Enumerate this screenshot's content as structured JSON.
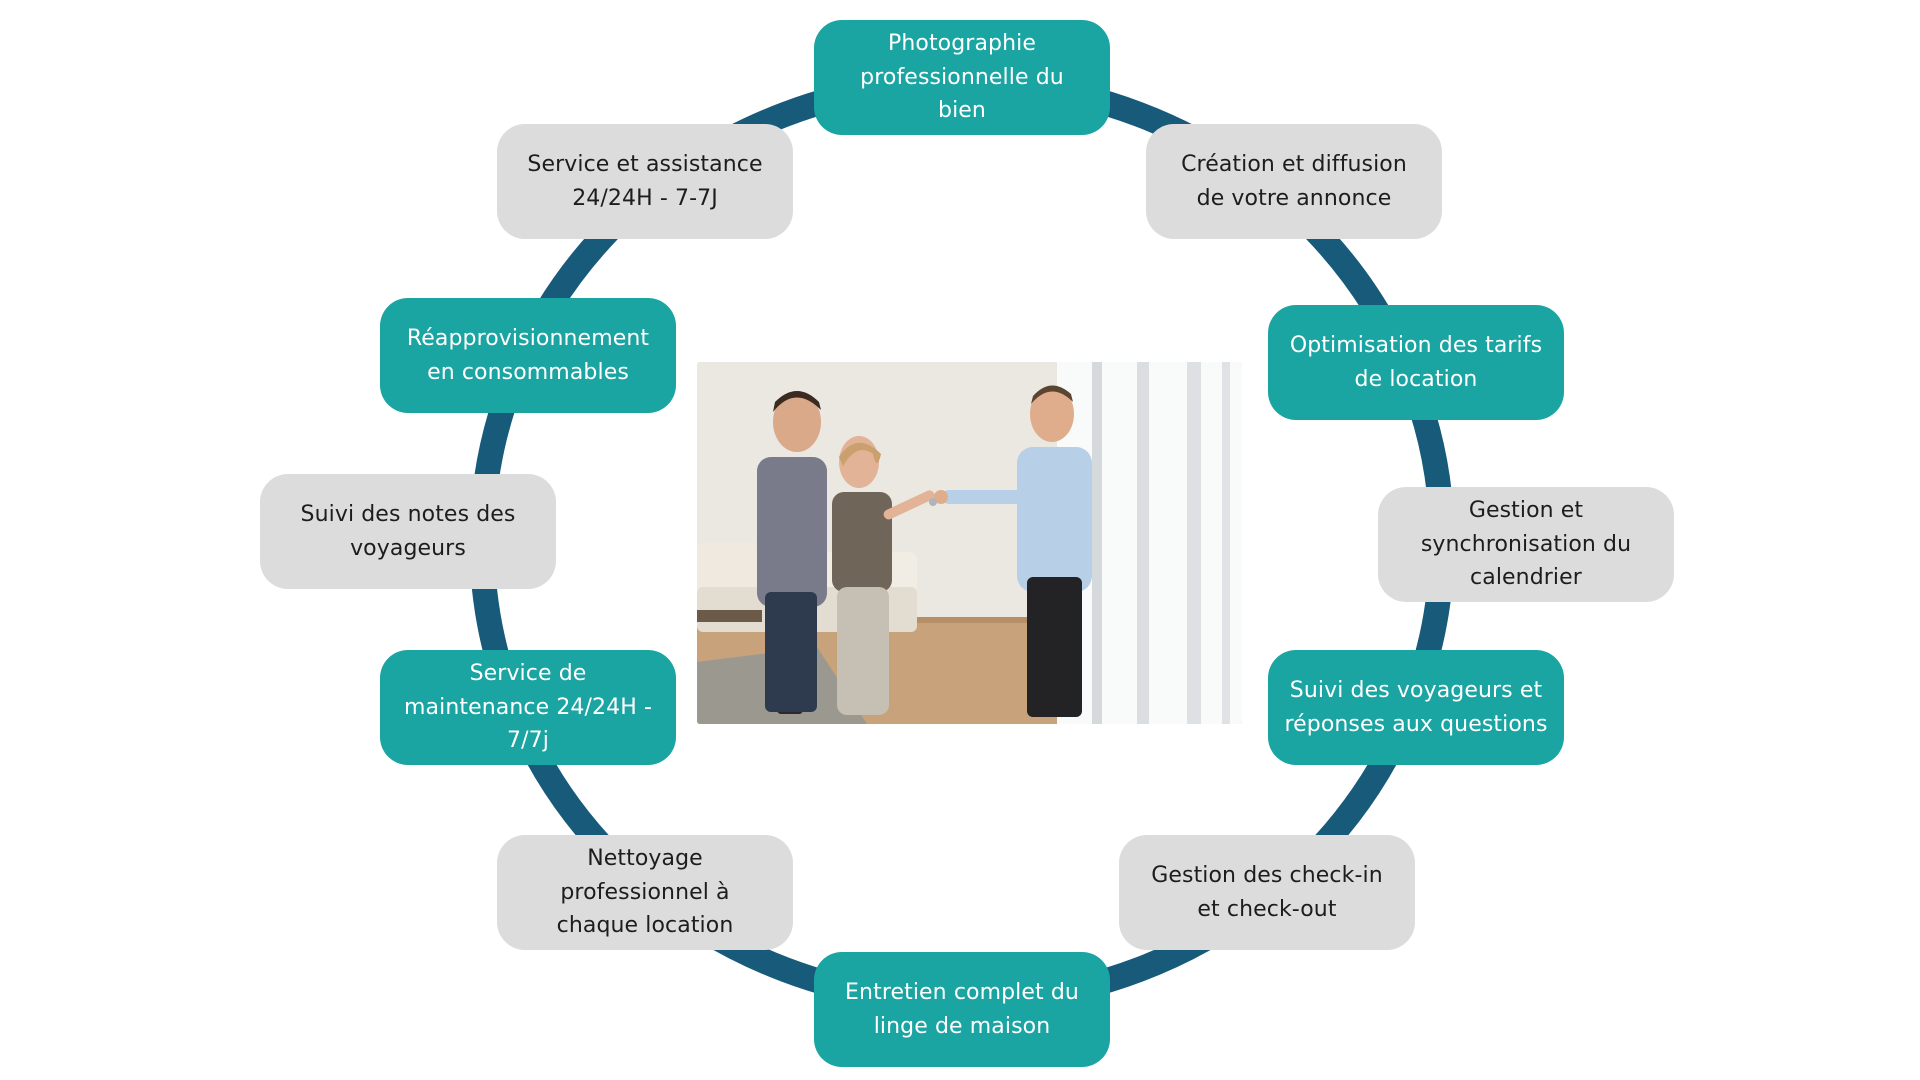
{
  "colors": {
    "ring": "#175a7a",
    "teal_box": "#1aa5a2",
    "grey_box": "#dcdcdc",
    "teal_text": "#ffffff",
    "grey_text": "#1d1d1d",
    "background": "#ffffff"
  },
  "center_image": {
    "description": "photo-key-handover"
  },
  "steps": [
    {
      "text": "Photographie professionnelle du bien",
      "style": "teal"
    },
    {
      "text": "Création et diffusion de votre annonce",
      "style": "grey"
    },
    {
      "text": "Optimisation des tarifs de location",
      "style": "teal"
    },
    {
      "text": "Gestion et synchronisation du calendrier",
      "style": "grey"
    },
    {
      "text": "Suivi des voyageurs et réponses aux questions",
      "style": "teal"
    },
    {
      "text": "Gestion des check-in et check-out",
      "style": "grey"
    },
    {
      "text": "Entretien complet du linge de maison",
      "style": "teal"
    },
    {
      "text": "Nettoyage professionnel à chaque location",
      "style": "grey"
    },
    {
      "text": "Service de maintenance 24/24H - 7/7j",
      "style": "teal"
    },
    {
      "text": "Suivi des notes des voyageurs",
      "style": "grey"
    },
    {
      "text": "Réapprovisionnement en consommables",
      "style": "teal"
    },
    {
      "text": "Service et assistance 24/24H - 7-7J",
      "style": "grey"
    }
  ]
}
